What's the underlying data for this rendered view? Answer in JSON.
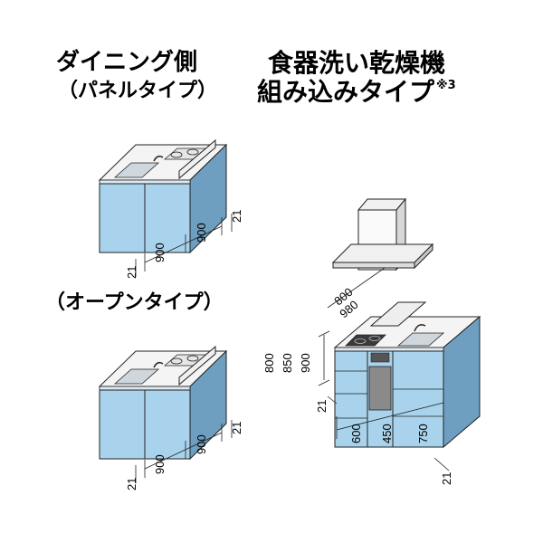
{
  "headings": {
    "dining_side": "ダイニング側",
    "panel_type": "（パネルタイプ）",
    "dishwasher_line1": "食器洗い乾燥機",
    "dishwasher_line2": "組み込みタイプ",
    "dishwasher_note": "※3",
    "open_type": "（オープンタイプ）"
  },
  "colors": {
    "cabinet_face": "#a9d3ec",
    "cabinet_side": "#6e9fc0",
    "counter": "#f4f4f4",
    "outline": "#222222"
  },
  "panel_type_dims": {
    "left_end": "21",
    "width_1": "900",
    "width_2": "900",
    "right_end": "21"
  },
  "open_type_dims": {
    "left_end": "21",
    "width_1": "900",
    "width_2": "900",
    "right_end": "21"
  },
  "dishwasher_dims": {
    "depth_1": "800",
    "depth_2": "980",
    "height_1": "800",
    "height_2": "850",
    "height_3": "900",
    "left_end": "21",
    "width_1": "600",
    "width_2": "450",
    "width_3": "750",
    "right_end": "21"
  }
}
